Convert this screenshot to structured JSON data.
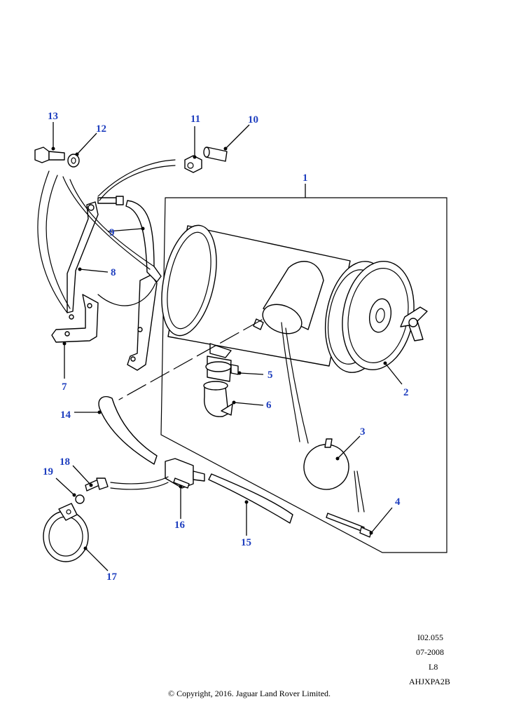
{
  "diagram": {
    "callouts": [
      "1",
      "2",
      "3",
      "4",
      "5",
      "6",
      "7",
      "8",
      "9",
      "10",
      "11",
      "12",
      "13",
      "14",
      "15",
      "16",
      "17",
      "18",
      "19"
    ],
    "line_color": "#000000",
    "callout_color": "#1f3fbf"
  },
  "footer": {
    "reference": "I02.055",
    "date": "07-2008",
    "variant": "L8",
    "code": "AHJXPA2B",
    "copyright": "© Copyright, 2016. Jaguar Land Rover Limited."
  }
}
